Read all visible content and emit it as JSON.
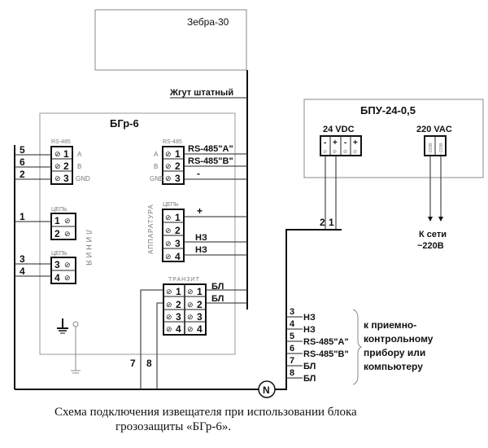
{
  "zebra": {
    "title": "Зебра-30"
  },
  "harness": {
    "label": "Жгут штатный"
  },
  "bgr": {
    "title": "БГр-6",
    "left_rs485": {
      "header": "RS-485",
      "terminals": [
        "1",
        "2",
        "3"
      ],
      "signals": [
        "A",
        "B",
        "GND"
      ],
      "wires": [
        "5",
        "6",
        "2"
      ]
    },
    "line_label": "ЛИНИЯ",
    "line_block1": {
      "header": "ЦЕПЬ",
      "terminals": [
        "1",
        "2"
      ],
      "wires": [
        "1"
      ]
    },
    "line_block2": {
      "header": "ЦЕПЬ",
      "terminals": [
        "3",
        "4"
      ],
      "wires": [
        "3",
        "4"
      ]
    },
    "right_rs485": {
      "header": "RS-485",
      "terminals": [
        "1",
        "2",
        "3"
      ],
      "signals": [
        "A",
        "B",
        "GND"
      ],
      "outputs": [
        "RS-485\"A\"",
        "RS-485\"B\"",
        "-"
      ]
    },
    "apparatus_label": "АППАРАТУРА",
    "app_block": {
      "header": "ЦЕПЬ",
      "terminals": [
        "1",
        "2",
        "3",
        "4"
      ],
      "outputs": [
        "+",
        "",
        "НЗ",
        "НЗ"
      ]
    },
    "transit": {
      "header": "ТРАНЗИТ",
      "terminals": [
        "1",
        "2",
        "3",
        "4"
      ],
      "outputs": [
        "БЛ",
        "БЛ"
      ]
    },
    "bottom_wires": [
      "7",
      "8"
    ]
  },
  "bpu": {
    "title": "БПУ-24-0,5",
    "dc_label": "24 VDC",
    "dc_terminals": [
      "-",
      "+",
      "-",
      "+"
    ],
    "ac_label": "220 VAC",
    "ac_terminals": [
      "~220В",
      "~220В"
    ],
    "dc_wires": [
      "2",
      "1"
    ],
    "mains_label_1": "К сети",
    "mains_label_2": "~220В"
  },
  "node": {
    "label": "N"
  },
  "connections": {
    "items": [
      {
        "num": "3",
        "signal": "НЗ"
      },
      {
        "num": "4",
        "signal": "НЗ"
      },
      {
        "num": "5",
        "signal": "RS-485\"A\""
      },
      {
        "num": "6",
        "signal": "RS-485\"B\""
      },
      {
        "num": "7",
        "signal": "БЛ"
      },
      {
        "num": "8",
        "signal": "БЛ"
      }
    ],
    "destination": [
      "к приемно-",
      "контрольному",
      "прибору или",
      "компьютеру"
    ]
  },
  "caption": {
    "line1": "Схема подключения извещателя при использовании блока",
    "line2": "грозозащиты «БГр-6»."
  }
}
